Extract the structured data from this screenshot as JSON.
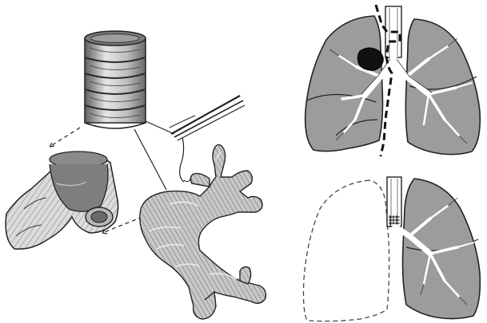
{
  "figure": {
    "panels": [
      {
        "id": "bronchial-sleeve-resection-illustration",
        "text": ""
      },
      {
        "id": "preop-lung-tumor-diagram",
        "text": ""
      },
      {
        "id": "postop-pneumonectomy-diagram",
        "text": ""
      }
    ],
    "colors": {
      "lung_fill": "#9c9c9c",
      "lung_stroke": "#222222",
      "airway_fill": "#ffffff",
      "tumor": "#111111",
      "tissue_light": "#d9d9d9",
      "tissue_mid": "#a8a8a8",
      "tissue_dark": "#4a4a4a"
    }
  }
}
